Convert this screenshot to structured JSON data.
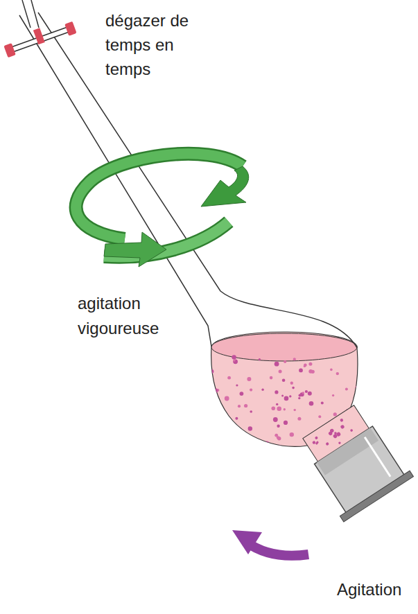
{
  "diagram": {
    "labels": [
      "dégazer de temps en temps",
      "agitation vigoureuse",
      "Agitation"
    ]
  }
}
